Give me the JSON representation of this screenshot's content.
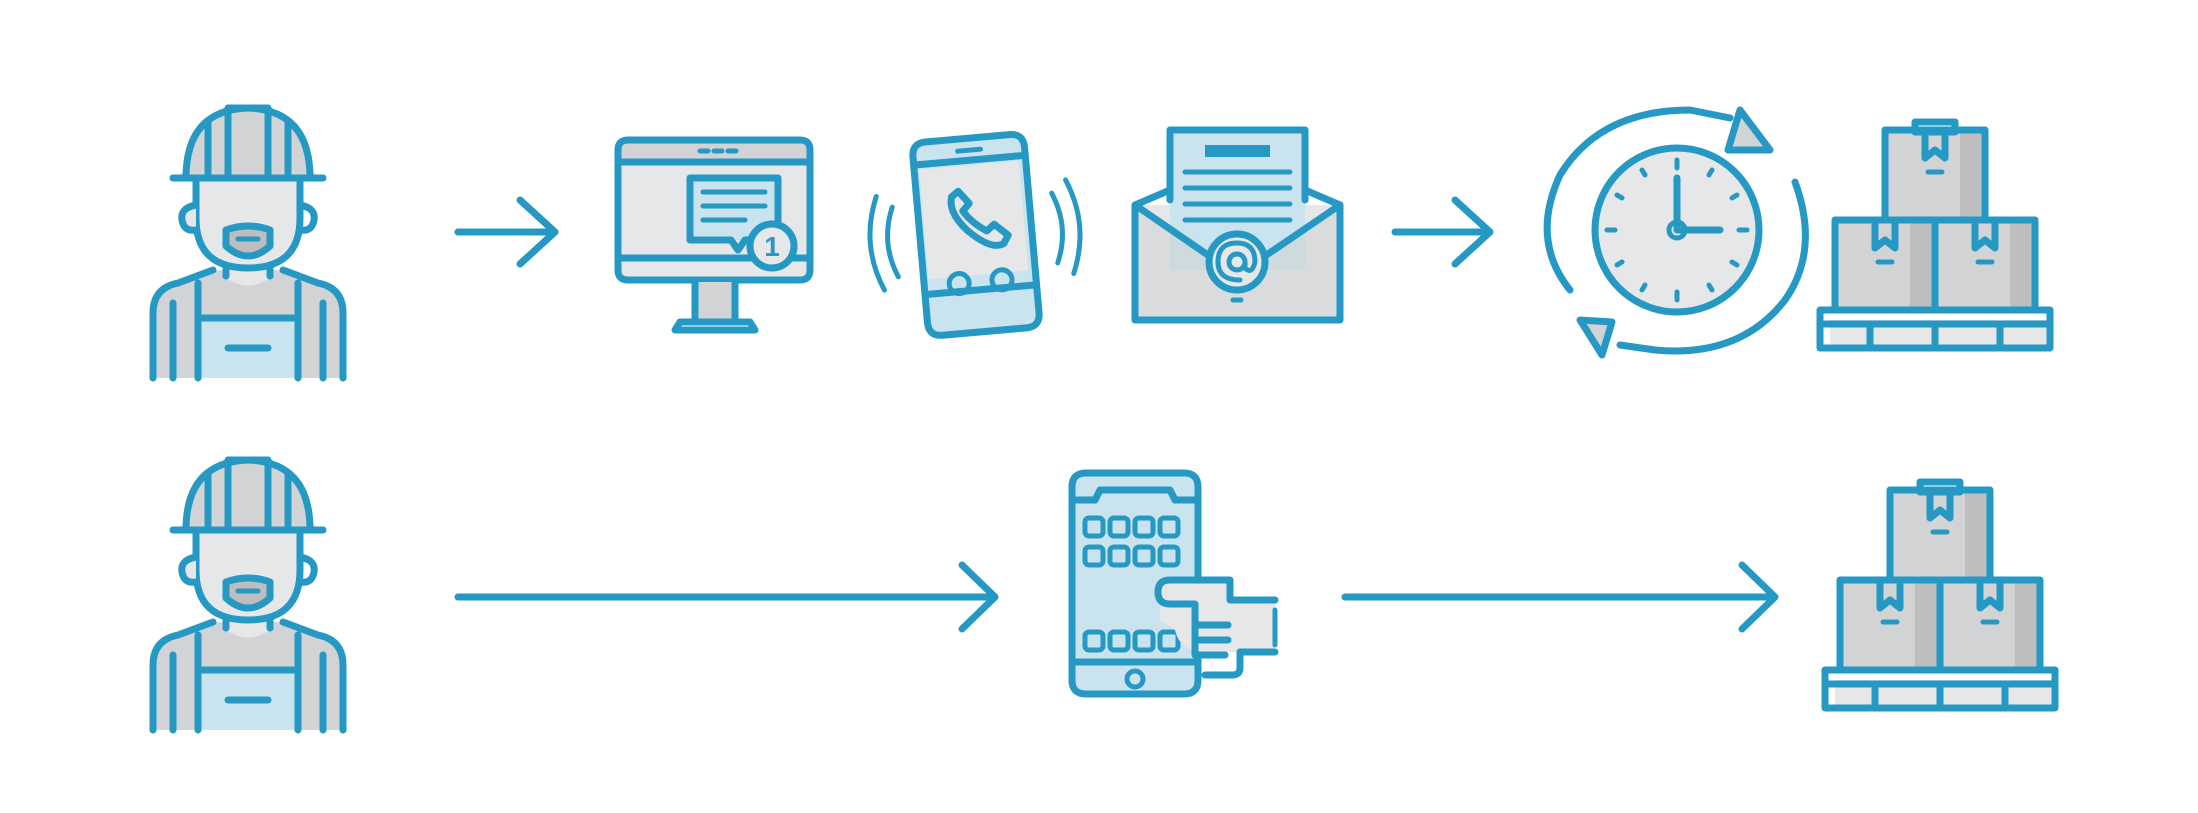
{
  "title": "",
  "colors": {
    "accent": "#2598c4",
    "light_gray": "#e6e7e8",
    "mid_gray": "#d1d3d4",
    "light_blue": "#c9e4ee"
  },
  "rows": [
    {
      "name": "traditional-ordering",
      "steps": [
        "worker-icon",
        "arrow",
        "computer-message-icon",
        "ringing-phone-icon",
        "email-envelope-icon",
        "arrow",
        "clock-cycle-icon",
        "pallet-boxes-icon"
      ]
    },
    {
      "name": "app-ordering",
      "steps": [
        "worker-icon",
        "long-arrow",
        "tablet-app-icon",
        "long-arrow",
        "pallet-boxes-icon"
      ]
    }
  ],
  "badge": {
    "notification_count": "1"
  }
}
